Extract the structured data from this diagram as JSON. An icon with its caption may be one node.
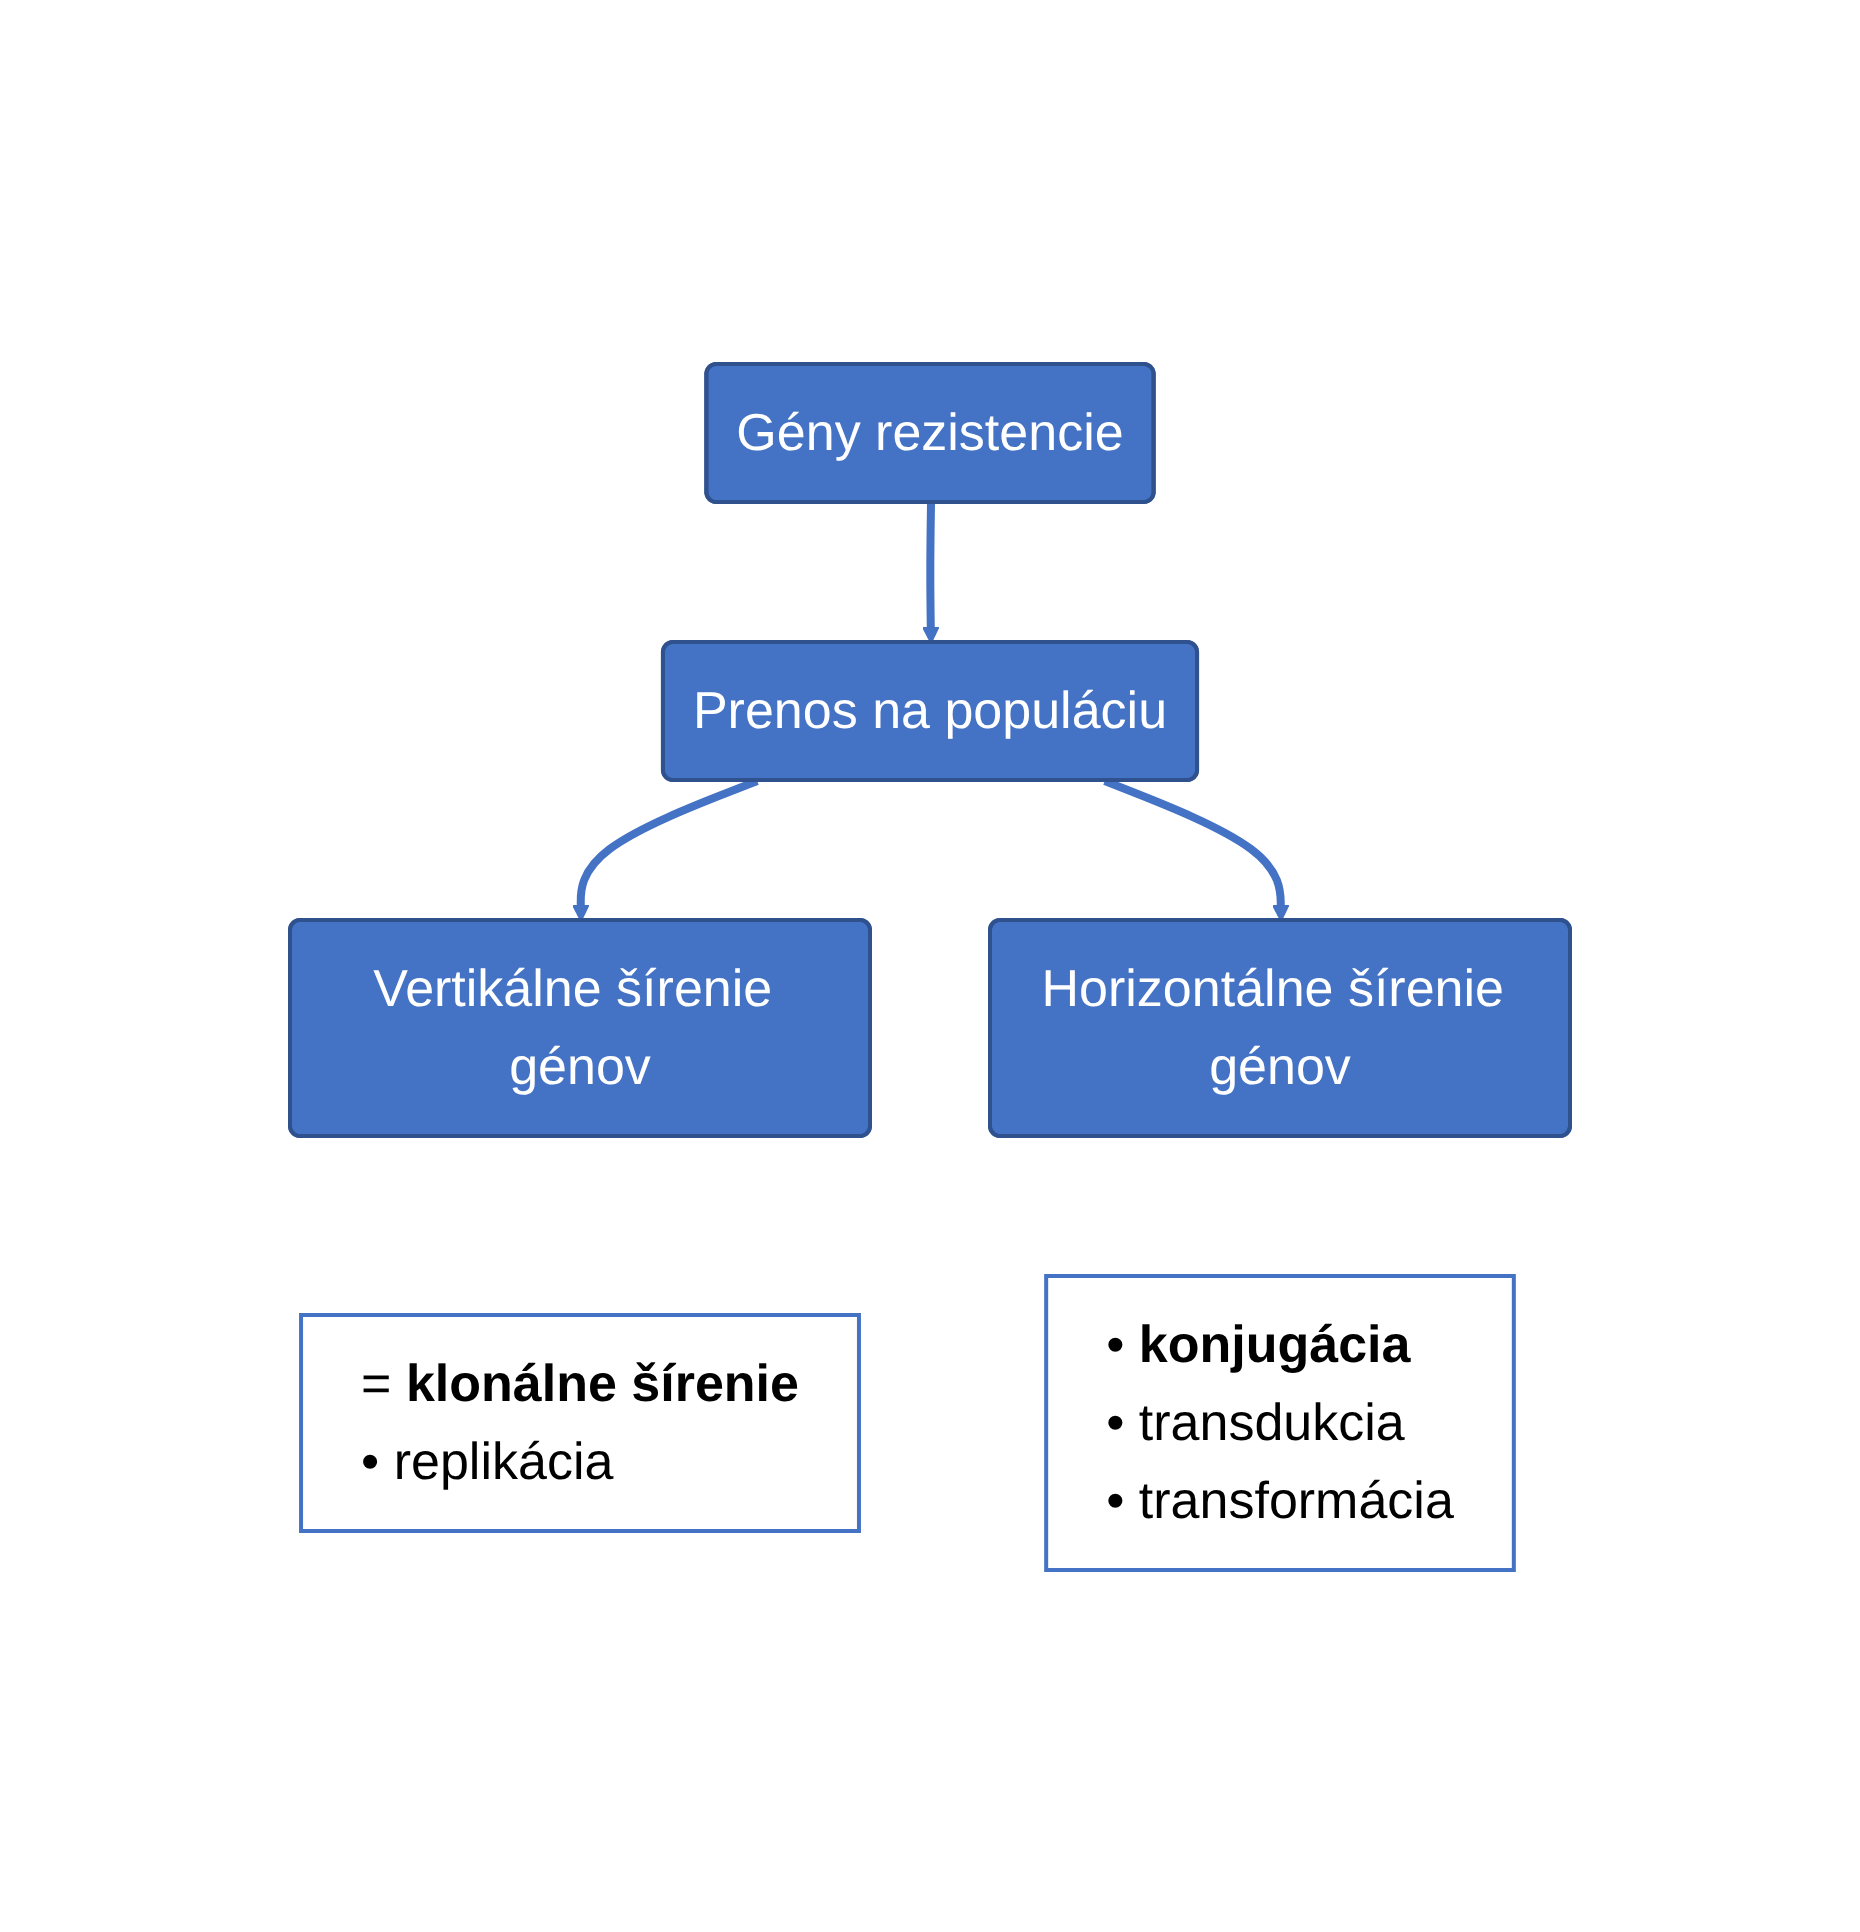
{
  "diagram": {
    "nodes": [
      {
        "text": [
          "Gény rezistencie"
        ]
      },
      {
        "text": [
          "Prenos na populáciu"
        ]
      },
      {
        "text": [
          "Vertikálne šírenie génov"
        ]
      },
      {
        "text": [
          "Horizontálne šírenie génov"
        ]
      },
      {
        "text": [
          "= **klonálne šírenie**",
          "• replikácia"
        ]
      },
      {
        "text": [
          "• **konjugácia**",
          "• transdukcia",
          "• transformácia"
        ]
      }
    ],
    "edges": [
      {
        "from": 0,
        "to": 1,
        "arrow": "to"
      },
      {
        "from": 1,
        "to": 2,
        "arrow": "to"
      },
      {
        "from": 1,
        "to": 3,
        "arrow": "to"
      }
    ]
  }
}
